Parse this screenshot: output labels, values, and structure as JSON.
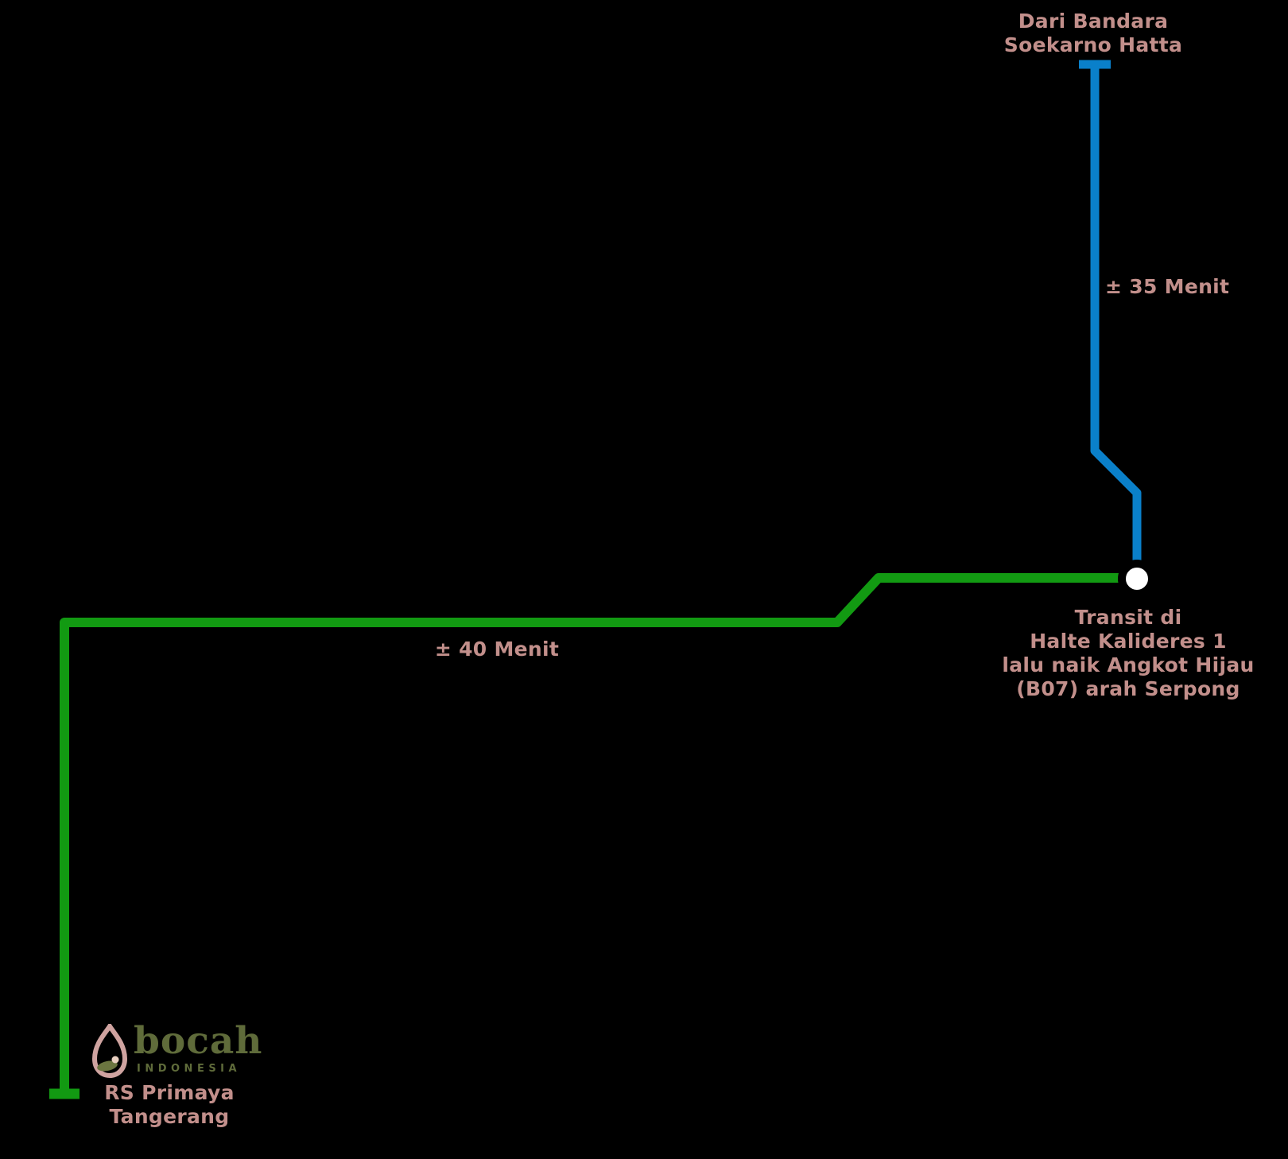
{
  "route": {
    "origin": {
      "line1": "Dari Bandara",
      "line2": "Soekarno Hatta"
    },
    "leg1": {
      "duration": "± 35 Menit",
      "color": "#0a80ca"
    },
    "transit": {
      "line1": "Transit di",
      "line2": "Halte Kalideres 1",
      "line3": "lalu naik Angkot Hijau",
      "line4": "(B07) arah Serpong"
    },
    "leg2": {
      "duration": "± 40 Menit",
      "color": "#129a12"
    },
    "destination": {
      "line1": "RS Primaya",
      "line2": "Tangerang"
    }
  },
  "logo": {
    "name": "bocah",
    "subtitle": "INDONESIA"
  },
  "colors": {
    "background": "#000000",
    "label_text": "#c28f8b",
    "line_blue": "#0a80ca",
    "line_green": "#129a12",
    "node_fill": "#ffffff",
    "node_ring": "#000000",
    "logo_olive": "#5f6b3a",
    "logo_egg_pink": "#cfa3a0",
    "logo_leaf": "#6b7540",
    "logo_sprout": "#e9cfc0"
  }
}
